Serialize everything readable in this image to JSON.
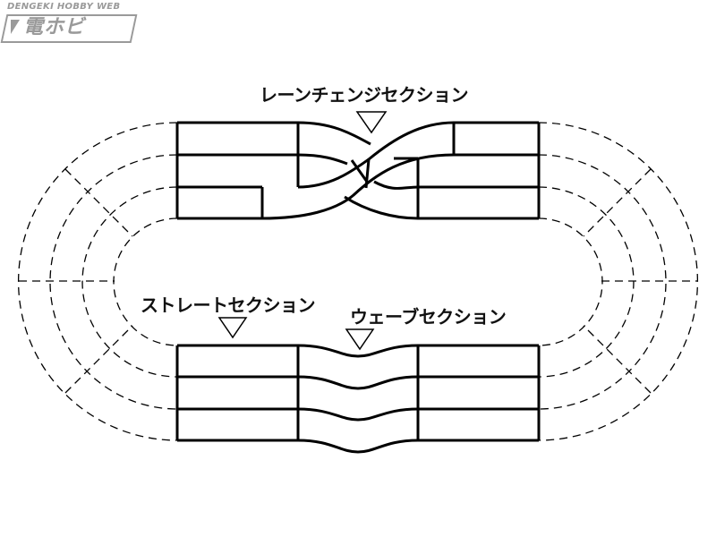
{
  "logo": {
    "top_text": "DENGEKI HOBBY WEB",
    "main_text": "電ホビ"
  },
  "labels": {
    "lane_change": "レーンチェンジセクション",
    "straight": "ストレートセクション",
    "wave": "ウェーブセクション"
  },
  "colors": {
    "line": "#000000",
    "background": "#ffffff",
    "logo": "#9a9a9a"
  }
}
